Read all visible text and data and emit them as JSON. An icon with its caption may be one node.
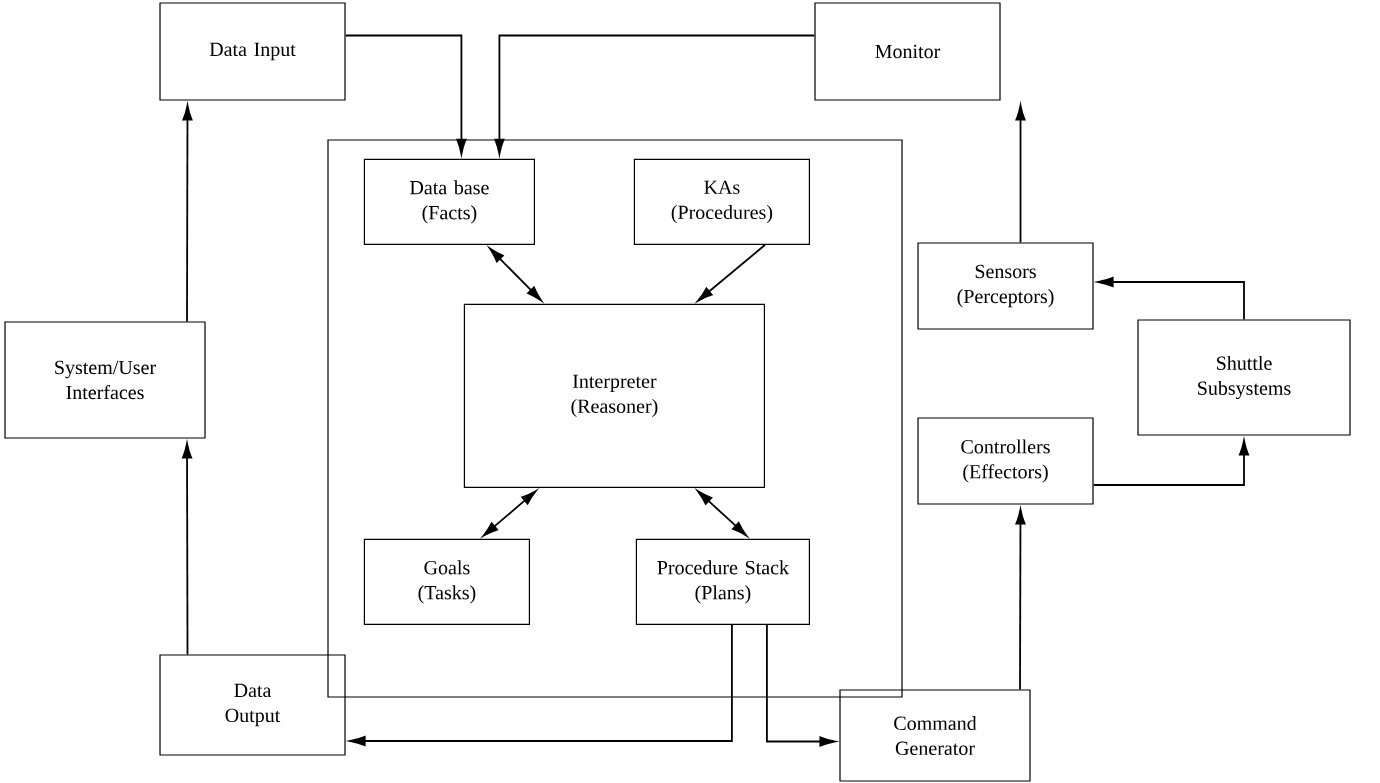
{
  "diagram": {
    "nodes": [
      {
        "text": [
          "Data Input"
        ]
      },
      {
        "text": [
          "Monitor"
        ]
      },
      {
        "text": [],
        "shape": "box"
      },
      {
        "text": [
          "Data base",
          "(Facts)"
        ],
        "in": 2
      },
      {
        "text": [
          "KAs",
          "(Procedures)"
        ],
        "in": 2
      },
      {
        "text": [
          "Interpreter",
          "(Reasoner)"
        ],
        "in": 2
      },
      {
        "text": [
          "Goals",
          "(Tasks)"
        ],
        "in": 2
      },
      {
        "text": [
          "Procedure Stack",
          "(Plans)"
        ],
        "in": 2
      },
      {
        "text": [
          "System/User Interfaces"
        ]
      },
      {
        "text": [
          "Sensors",
          "(Perceptors)"
        ]
      },
      {
        "text": [
          "Shuttle Subsystems"
        ]
      },
      {
        "text": [
          "Controllers",
          "(Effectors)"
        ]
      },
      {
        "text": [
          "Data Output"
        ]
      },
      {
        "text": [
          "Command Generator"
        ]
      }
    ],
    "edges": [
      {
        "from": 0,
        "to": 3,
        "arrow": "to"
      },
      {
        "from": 1,
        "to": 3,
        "arrow": "to"
      },
      {
        "from": 3,
        "to": 5,
        "arrow": "both"
      },
      {
        "from": 4,
        "to": 5,
        "arrow": "to"
      },
      {
        "from": 5,
        "to": 6,
        "arrow": "both"
      },
      {
        "from": 5,
        "to": 7,
        "arrow": "both"
      },
      {
        "from": 7,
        "to": 12,
        "arrow": "to"
      },
      {
        "from": 7,
        "to": 13,
        "arrow": "to"
      },
      {
        "from": 12,
        "to": 8,
        "arrow": "to"
      },
      {
        "from": 8,
        "to": 0,
        "arrow": "to"
      },
      {
        "from": 13,
        "to": 11,
        "arrow": "to"
      },
      {
        "from": 11,
        "to": 10,
        "arrow": "to"
      },
      {
        "from": 10,
        "to": 9,
        "arrow": "to"
      },
      {
        "from": 9,
        "to": 1,
        "arrow": "to"
      }
    ]
  }
}
